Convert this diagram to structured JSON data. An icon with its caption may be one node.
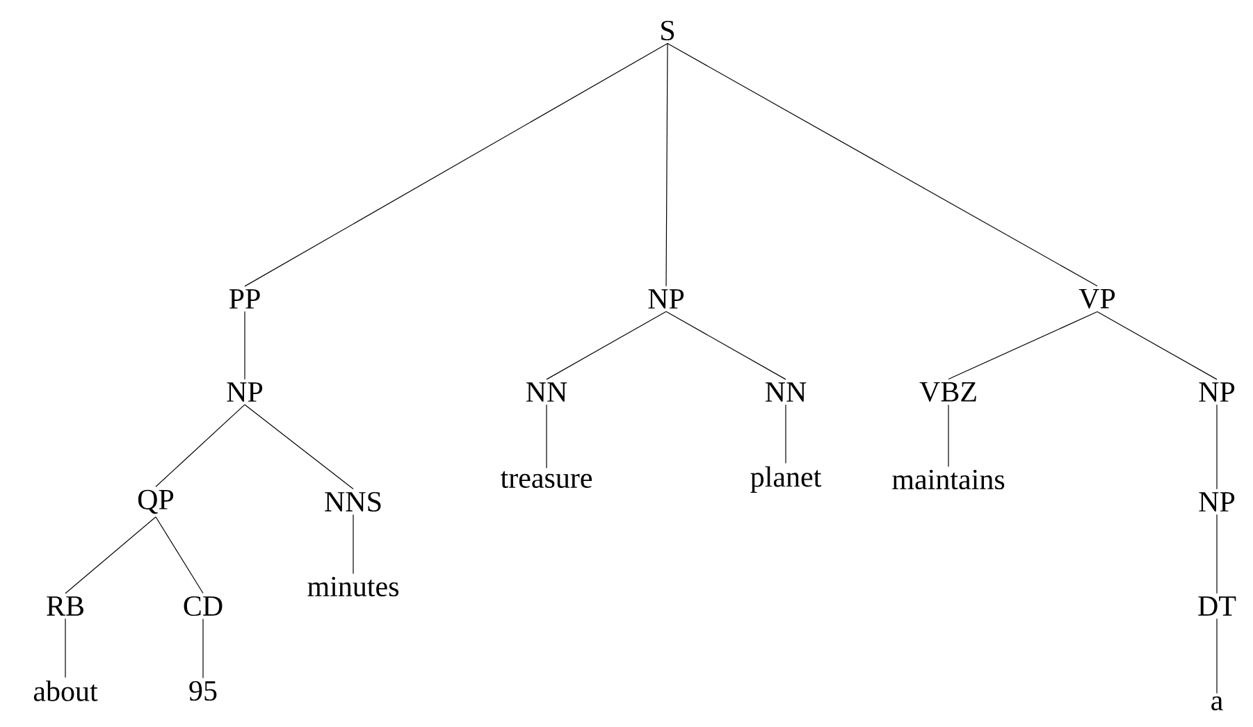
{
  "diagram": {
    "nodes": [
      {
        "text": [
          "S"
        ]
      },
      {
        "text": [
          "PP"
        ]
      },
      {
        "text": [
          "NP"
        ]
      },
      {
        "text": [
          "QP"
        ]
      },
      {
        "text": [
          "RB"
        ]
      },
      {
        "text": [
          "about"
        ]
      },
      {
        "text": [
          "CD"
        ]
      },
      {
        "text": [
          "95"
        ]
      },
      {
        "text": [
          "NNS"
        ]
      },
      {
        "text": [
          "minutes"
        ]
      },
      {
        "text": [
          "NP"
        ]
      },
      {
        "text": [
          "NN"
        ]
      },
      {
        "text": [
          "treasure"
        ]
      },
      {
        "text": [
          "NN"
        ]
      },
      {
        "text": [
          "planet"
        ]
      },
      {
        "text": [
          "VP"
        ]
      },
      {
        "text": [
          "VBZ"
        ]
      },
      {
        "text": [
          "maintains"
        ]
      },
      {
        "text": [
          "NP"
        ]
      },
      {
        "text": [
          "NP"
        ]
      },
      {
        "text": [
          "DT"
        ]
      },
      {
        "text": [
          "a"
        ]
      }
    ],
    "edges": [
      {
        "from": 0,
        "to": 1,
        "arrow": "none"
      },
      {
        "from": 0,
        "to": 10,
        "arrow": "none"
      },
      {
        "from": 0,
        "to": 15,
        "arrow": "none"
      },
      {
        "from": 1,
        "to": 2,
        "arrow": "none"
      },
      {
        "from": 2,
        "to": 3,
        "arrow": "none"
      },
      {
        "from": 2,
        "to": 8,
        "arrow": "none"
      },
      {
        "from": 3,
        "to": 4,
        "arrow": "none"
      },
      {
        "from": 3,
        "to": 6,
        "arrow": "none"
      },
      {
        "from": 4,
        "to": 5,
        "arrow": "none"
      },
      {
        "from": 6,
        "to": 7,
        "arrow": "none"
      },
      {
        "from": 8,
        "to": 9,
        "arrow": "none"
      },
      {
        "from": 10,
        "to": 11,
        "arrow": "none"
      },
      {
        "from": 10,
        "to": 13,
        "arrow": "none"
      },
      {
        "from": 11,
        "to": 12,
        "arrow": "none"
      },
      {
        "from": 13,
        "to": 14,
        "arrow": "none"
      },
      {
        "from": 15,
        "to": 16,
        "arrow": "none"
      },
      {
        "from": 15,
        "to": 18,
        "arrow": "none"
      },
      {
        "from": 16,
        "to": 17,
        "arrow": "none"
      },
      {
        "from": 18,
        "to": 19,
        "arrow": "none"
      },
      {
        "from": 19,
        "to": 20,
        "arrow": "none"
      },
      {
        "from": 20,
        "to": 21,
        "arrow": "none"
      }
    ]
  }
}
